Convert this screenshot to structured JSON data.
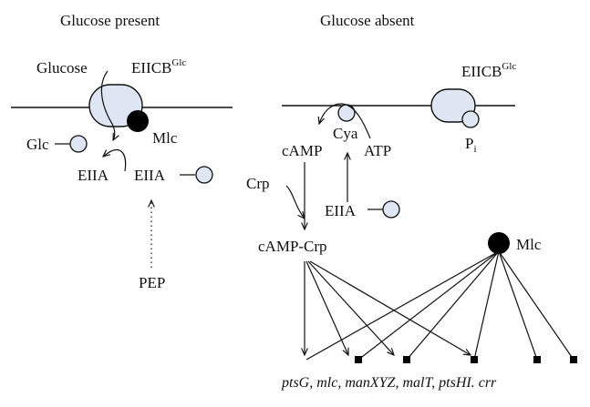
{
  "panels": {
    "left": {
      "title": "Glucose present"
    },
    "right": {
      "title": "Glucose absent"
    }
  },
  "left": {
    "glucose": "Glucose",
    "eiicb": {
      "base": "EIICB",
      "sup": "Glc"
    },
    "mlc": "Mlc",
    "glc": "Glc",
    "eiia_1": "EIIA",
    "eiia_2": "EIIA",
    "pep": "PEP"
  },
  "right": {
    "eiicb": {
      "base": "EIICB",
      "sup": "Glc"
    },
    "cya": "Cya",
    "atp": "ATP",
    "pi": {
      "base": "P",
      "sub": "i"
    },
    "camp": "cAMP",
    "crp": "Crp",
    "eiia": "EIIA",
    "camp_crp": "cAMP-Crp",
    "mlc": "Mlc",
    "genes": "ptsG, mlc, manXYZ, malT, ptsHI. crr"
  },
  "colors": {
    "protein_fill": "#dfe6f3",
    "outline": "#111111",
    "mlc_fill": "#000000"
  }
}
